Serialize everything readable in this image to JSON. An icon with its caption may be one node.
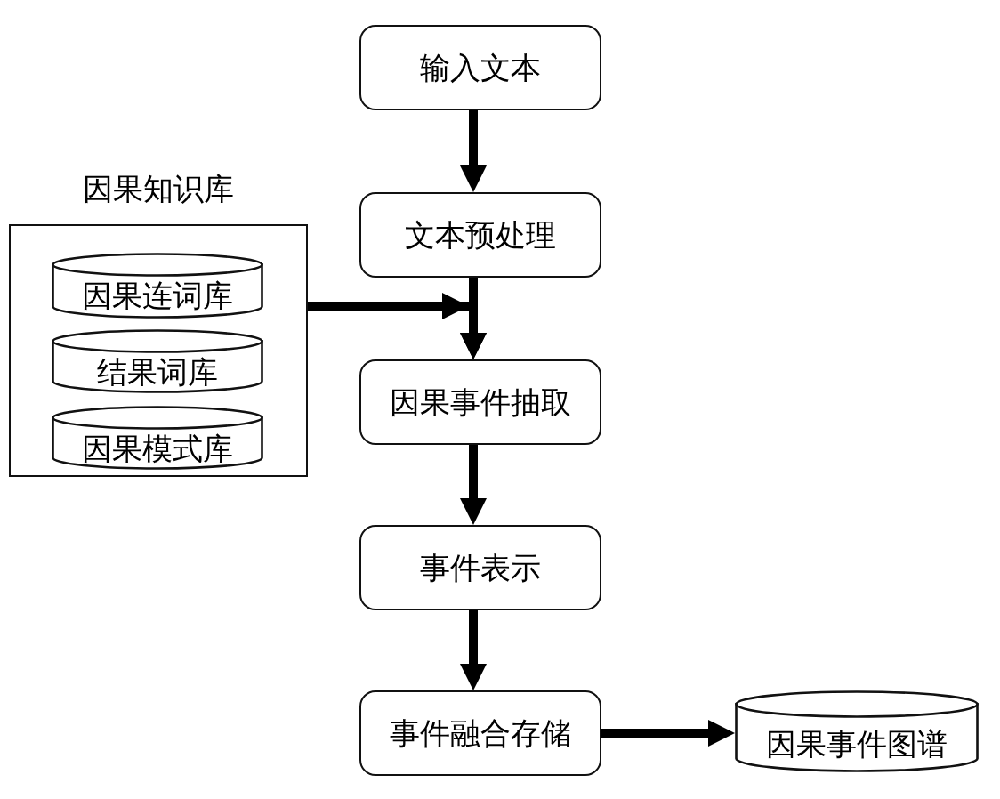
{
  "diagram": {
    "nodes": [
      {
        "text": [
          "输入文本"
        ]
      },
      {
        "text": [
          "文本预处理"
        ]
      },
      {
        "text": [
          "因果知识库"
        ]
      },
      {
        "text": [
          "因果连词库"
        ],
        "in": 2
      },
      {
        "text": [
          "结果词库"
        ],
        "in": 2
      },
      {
        "text": [
          "因果模式库"
        ],
        "in": 2
      },
      {
        "text": [
          "因果事件抽取"
        ]
      },
      {
        "text": [
          "事件表示"
        ]
      },
      {
        "text": [
          "事件融合存储"
        ]
      },
      {
        "text": [
          "因果事件图谱"
        ]
      }
    ],
    "edges": [
      {
        "from": 0,
        "to": 1,
        "arrow": "to"
      },
      {
        "from": 1,
        "to": 6,
        "arrow": "to"
      },
      {
        "from": 2,
        "to": 6,
        "arrow": "to"
      },
      {
        "from": 6,
        "to": 7,
        "arrow": "to"
      },
      {
        "from": 7,
        "to": 8,
        "arrow": "to"
      },
      {
        "from": 8,
        "to": 9,
        "arrow": "to"
      }
    ]
  }
}
